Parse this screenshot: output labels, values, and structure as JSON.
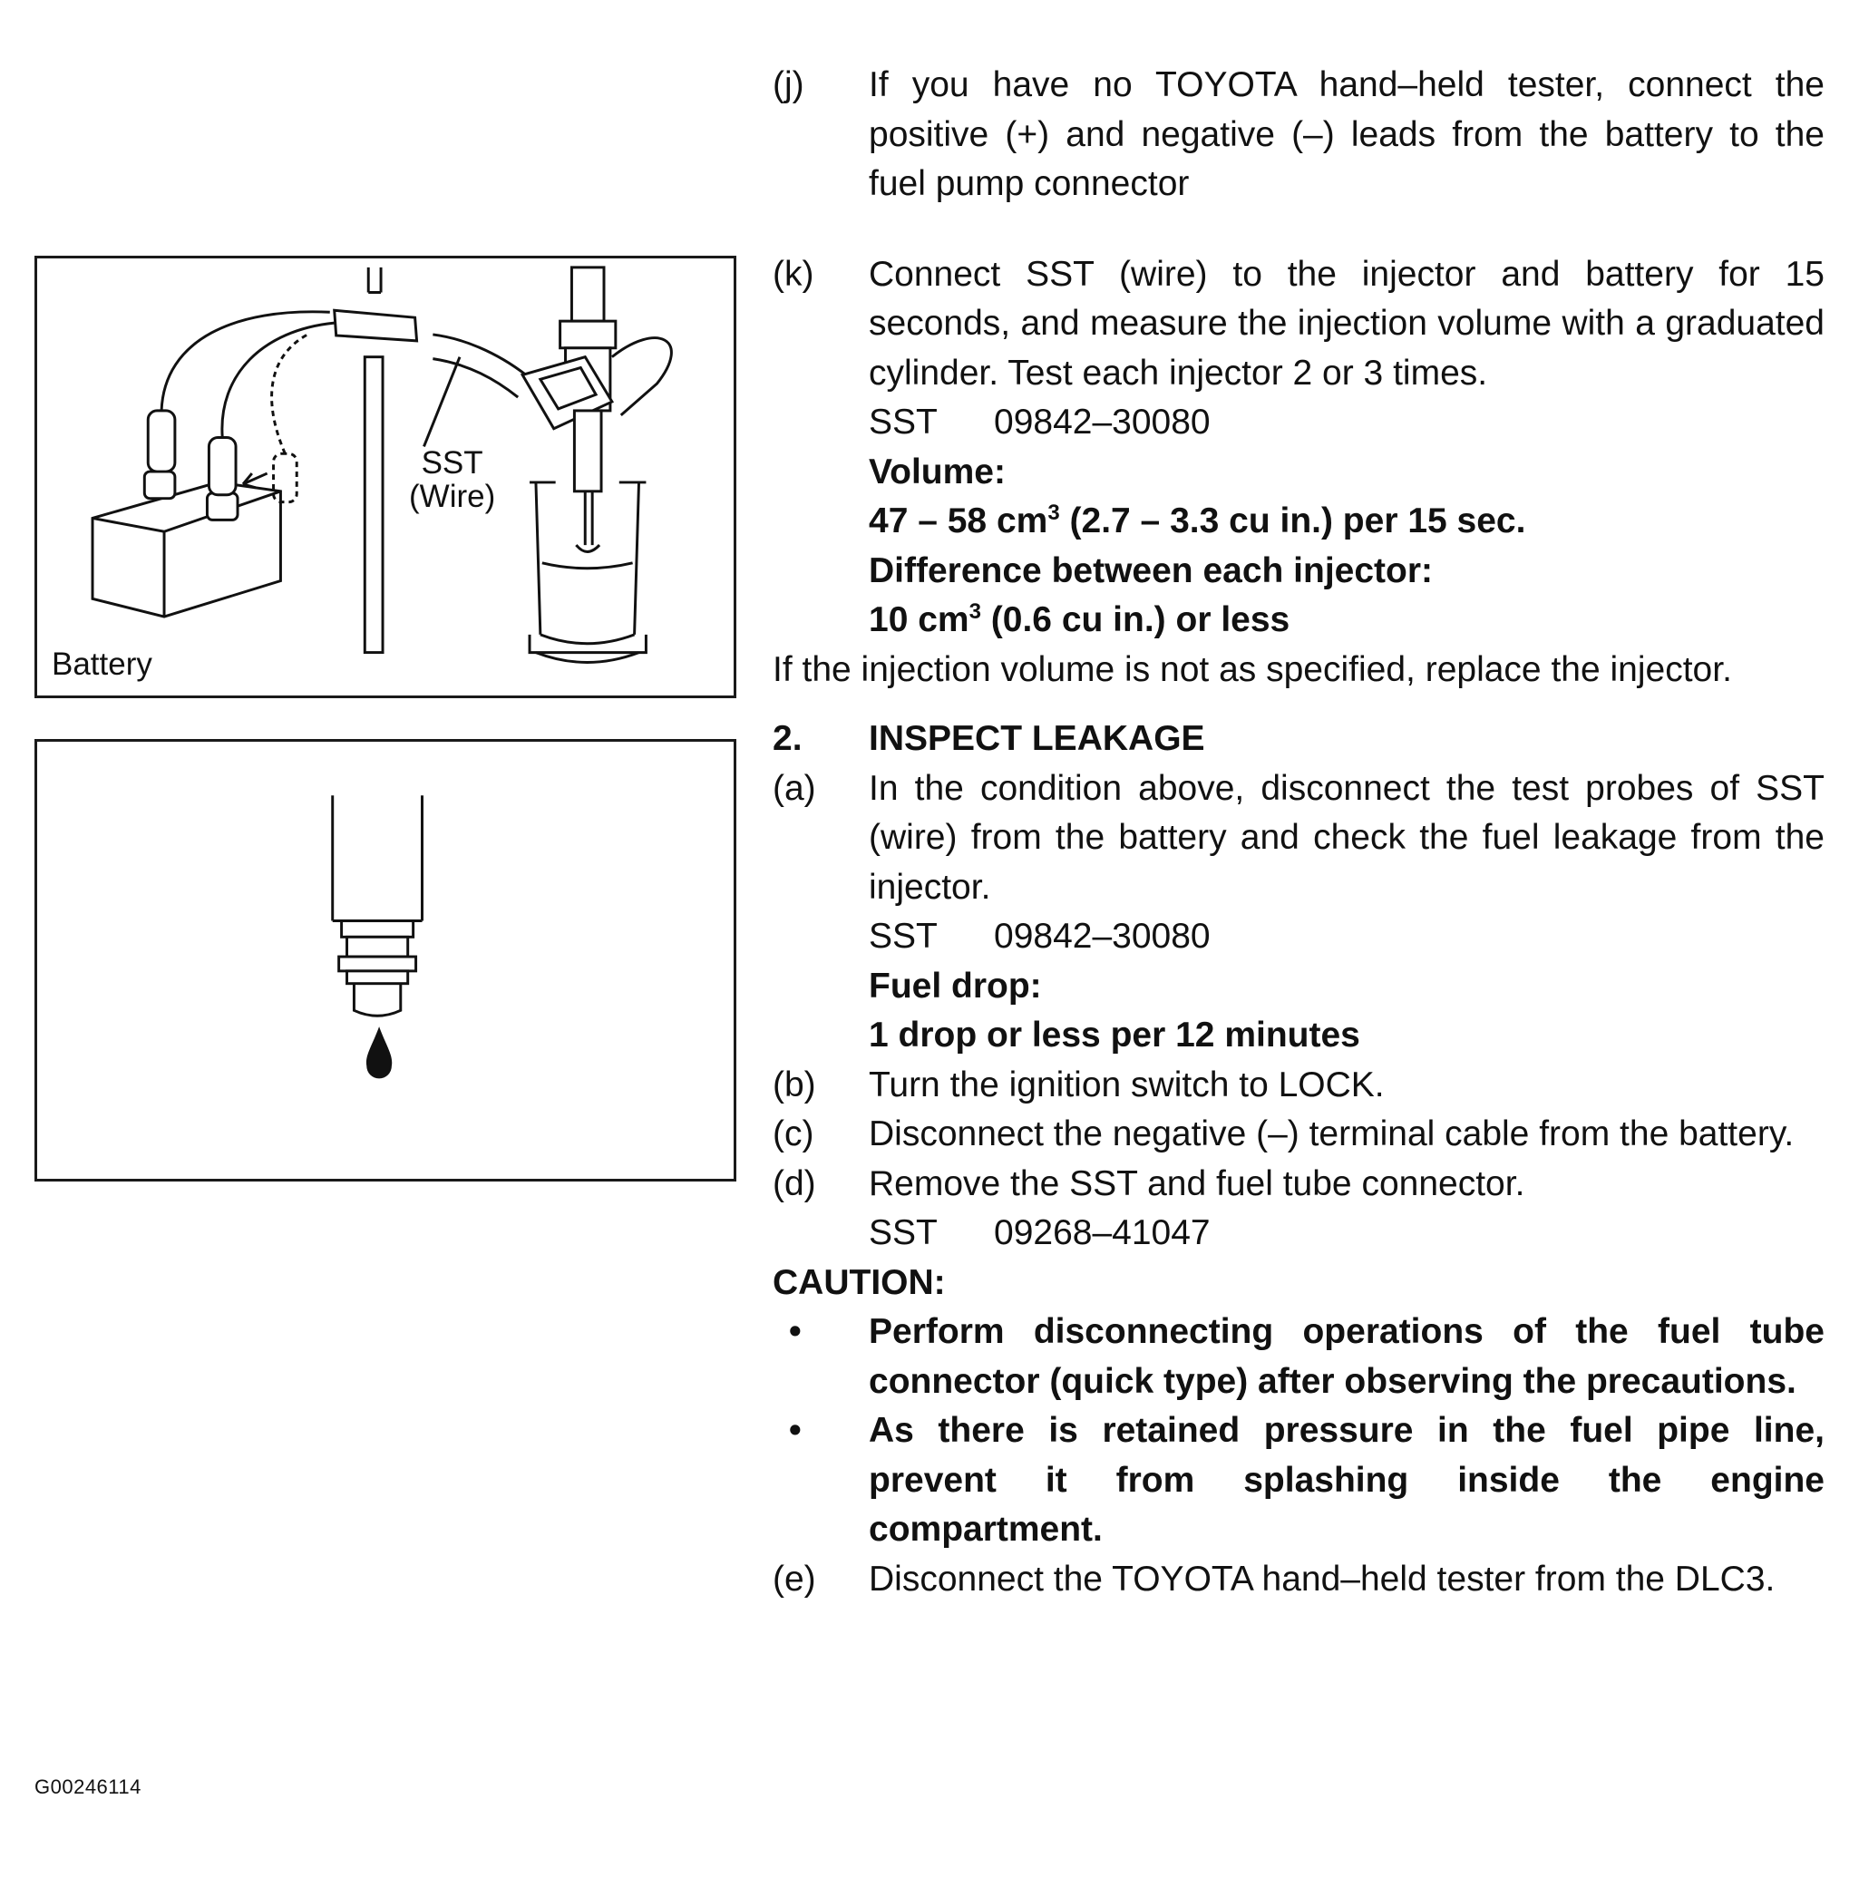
{
  "figures": {
    "fig1": {
      "battery_label": "Battery",
      "sst_label_1": "SST",
      "sst_label_2": "(Wire)"
    },
    "figure_id": "G00246114"
  },
  "step_j": {
    "mark": "(j)",
    "text": "If you have no TOYOTA hand–held tester, connect the positive (+) and negative (–) leads from the battery to the fuel pump connector"
  },
  "step_k": {
    "mark": "(k)",
    "text": "Connect SST (wire) to the injector and battery for 15 seconds, and measure the injection volume with a graduated cylinder. Test each injector 2 or 3 times.",
    "sst_key": "SST",
    "sst_value": "09842–30080",
    "volume_label": "Volume:",
    "volume_pre": "47 – 58 cm",
    "volume_sup": "3",
    "volume_post": " (2.7 – 3.3 cu in.) per 15 sec.",
    "diff_label": "Difference between each injector:",
    "diff_pre": "10 cm",
    "diff_sup": "3",
    "diff_post": " (0.6 cu in.) or less",
    "note": "If the injection volume is not as specified, replace the injector."
  },
  "section2": {
    "number": "2.",
    "title": "INSPECT LEAKAGE",
    "step_a": {
      "mark": "(a)",
      "text": "In the condition above, disconnect the test probes of SST (wire) from the battery and check the fuel leakage from the injector.",
      "sst_key": "SST",
      "sst_value": "09842–30080",
      "spec_label": "Fuel drop:",
      "spec_value": "1 drop or less per 12 minutes"
    },
    "step_b": {
      "mark": "(b)",
      "text": "Turn the ignition switch to LOCK."
    },
    "step_c": {
      "mark": "(c)",
      "text": "Disconnect the negative (–) terminal cable from the battery."
    },
    "step_d": {
      "mark": "(d)",
      "text": "Remove the SST and fuel tube connector.",
      "sst_key": "SST",
      "sst_value": "09268–41047"
    },
    "caution": {
      "title": "CAUTION:",
      "bullet": "•",
      "items": [
        "Perform disconnecting operations of the fuel tube connector (quick type) after observing the precautions.",
        "As there is retained pressure in the fuel pipe line, prevent it from splashing inside the engine compartment."
      ]
    },
    "step_e": {
      "mark": "(e)",
      "text": "Disconnect the TOYOTA hand–held tester from the DLC3."
    }
  }
}
